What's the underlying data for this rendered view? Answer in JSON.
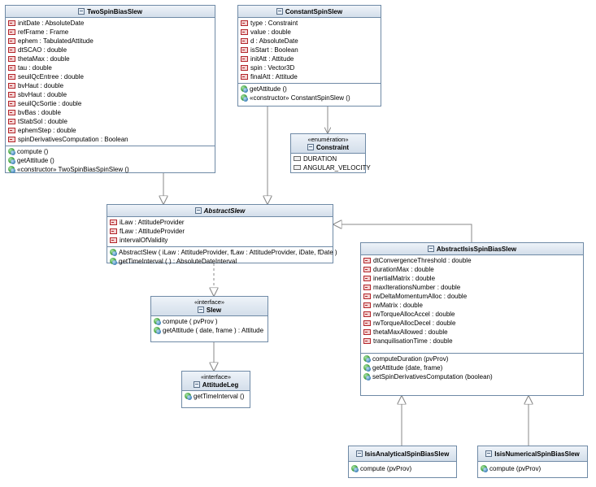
{
  "classes": {
    "two_spin": {
      "title": "TwoSpinBiasSlew",
      "attributes": [
        "initDate : AbsoluteDate",
        "refFrame : Frame",
        "ephem : TabulatedAttitude",
        "dtSCAO : double",
        "thetaMax : double",
        "tau : double",
        "seuilQcEntree : double",
        "bvHaut : double",
        "sbvHaut : double",
        "seuilQcSortie : double",
        "bvBas : double",
        "tStabSol : double",
        "ephemStep : double",
        "spinDerivativesComputation : Boolean"
      ],
      "methods": [
        "compute ()",
        "getAttitude ()",
        "«constructor» TwoSpinBiasSpinSlew ()"
      ]
    },
    "constant_spin": {
      "title": "ConstantSpinSlew",
      "attributes": [
        "type : Constraint",
        "value : double",
        "d : AbsoluteDate",
        "isStart : Boolean",
        "initAtt : Attitude",
        "spin : Vector3D",
        "finalAtt : Attitude"
      ],
      "methods": [
        "getAttitude ()",
        "«constructor» ConstantSpinSlew ()"
      ]
    },
    "constraint": {
      "stereotype": "«enumération»",
      "title": "Constraint",
      "literals": [
        "DURATION",
        "ANGULAR_VELOCITY"
      ]
    },
    "abstract_slew": {
      "title": "AbstractSlew",
      "attributes": [
        "iLaw : AttitudeProvider",
        "fLaw : AttitudeProvider",
        "intervalOfValidity"
      ],
      "methods": [
        "AbstractSlew ( iLaw : AttitudeProvider, fLaw : AttitudeProvider, iDate, fDate )",
        "getTimeInterval ( ) : AbsoluteDateInterval"
      ]
    },
    "slew": {
      "stereotype": "«interface»",
      "title": "Slew",
      "methods": [
        "compute ( pvProv )",
        "getAttitude ( date, frame ) : Attitude"
      ]
    },
    "attitude_leg": {
      "stereotype": "«interface»",
      "title": "AttitudeLeg",
      "methods": [
        "getTimeInterval ()"
      ]
    },
    "abstract_isis": {
      "title": "AbstractIsisSpinBiasSlew",
      "attributes": [
        "dtConvergenceThreshold : double",
        "durationMax : double",
        "inertialMatrix : double",
        "maxIterationsNumber : double",
        "rwDeltaMomentumAlloc : double",
        "rwMatrix : double",
        "rwTorqueAllocAccel : double",
        "rwTorqueAllocDecel : double",
        "thetaMaxAllowed : double",
        "tranquilisationTime : double"
      ],
      "methods": [
        "computeDuration (pvProv)",
        "getAttitude (date, frame)",
        "setSpinDerivativesComputation (boolean)"
      ]
    },
    "isis_analytical": {
      "title": "IsisAnalyticalSpinBiasSlew",
      "methods": [
        "compute (pvProv)"
      ]
    },
    "isis_numerical": {
      "title": "IsisNumericalSpinBiasSlew",
      "methods": [
        "compute (pvProv)"
      ]
    }
  },
  "colors": {
    "border": "#6f8aa6",
    "header": "#d3deea",
    "line": "#8a8a8a",
    "field_icon": "#b3262b",
    "method_icon": "#3b9a3a"
  }
}
